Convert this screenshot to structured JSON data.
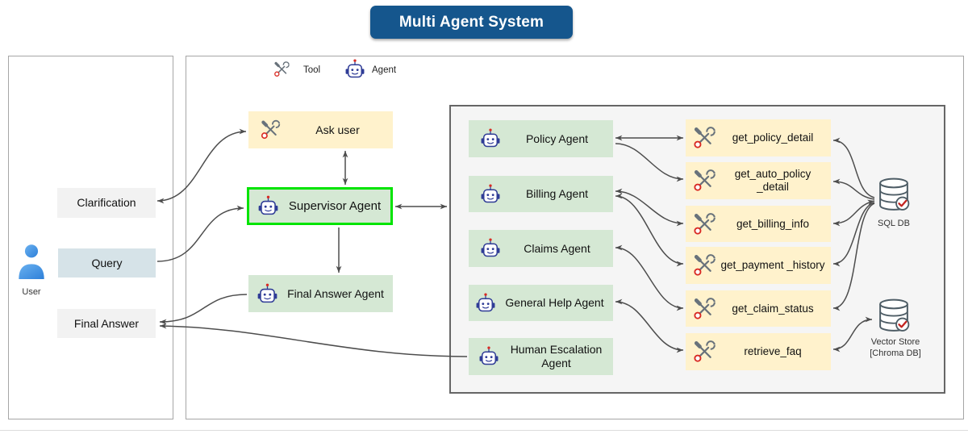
{
  "title": "Multi Agent System",
  "legend": {
    "tool": "Tool",
    "agent": "Agent"
  },
  "left_panel": {
    "user": "User",
    "clarification": "Clarification",
    "query": "Query",
    "final_answer": "Final Answer"
  },
  "flow": {
    "ask_user": "Ask user",
    "supervisor": "Supervisor Agent",
    "final_answer_agent": "Final Answer Agent"
  },
  "agents": [
    {
      "label": "Policy Agent"
    },
    {
      "label": "Billing Agent"
    },
    {
      "label": "Claims Agent"
    },
    {
      "label": "General Help Agent"
    },
    {
      "label": "Human Escalation Agent"
    }
  ],
  "tools": [
    {
      "label": "get_policy_detail"
    },
    {
      "label": "get_auto_policy _detail"
    },
    {
      "label": "get_billing_info"
    },
    {
      "label": "get_payment _history"
    },
    {
      "label": "get_claim_status"
    },
    {
      "label": "retrieve_faq"
    }
  ],
  "datastores": {
    "sql": "SQL DB",
    "vector_line1": "Vector Store",
    "vector_line2": "[Chroma DB]"
  },
  "colors": {
    "title-bg": "#15568d",
    "tool-box": "#fff2cc",
    "agent-box": "#d5e8d4",
    "supervisor-border": "#00e400",
    "query-box": "#d6e3e8",
    "gray-box": "#f2f2f2",
    "panel-border": "#a6a6a6",
    "inner-bg": "#f5f5f5",
    "inner-border": "#666666",
    "arrow": "#4d4d4d",
    "robot": "#2f3c96",
    "tool-icon": "#68727b",
    "accent-red": "#d92a23",
    "db-icon": "#4e5d66",
    "user-blue": "#4498e5",
    "text": "#111111"
  }
}
